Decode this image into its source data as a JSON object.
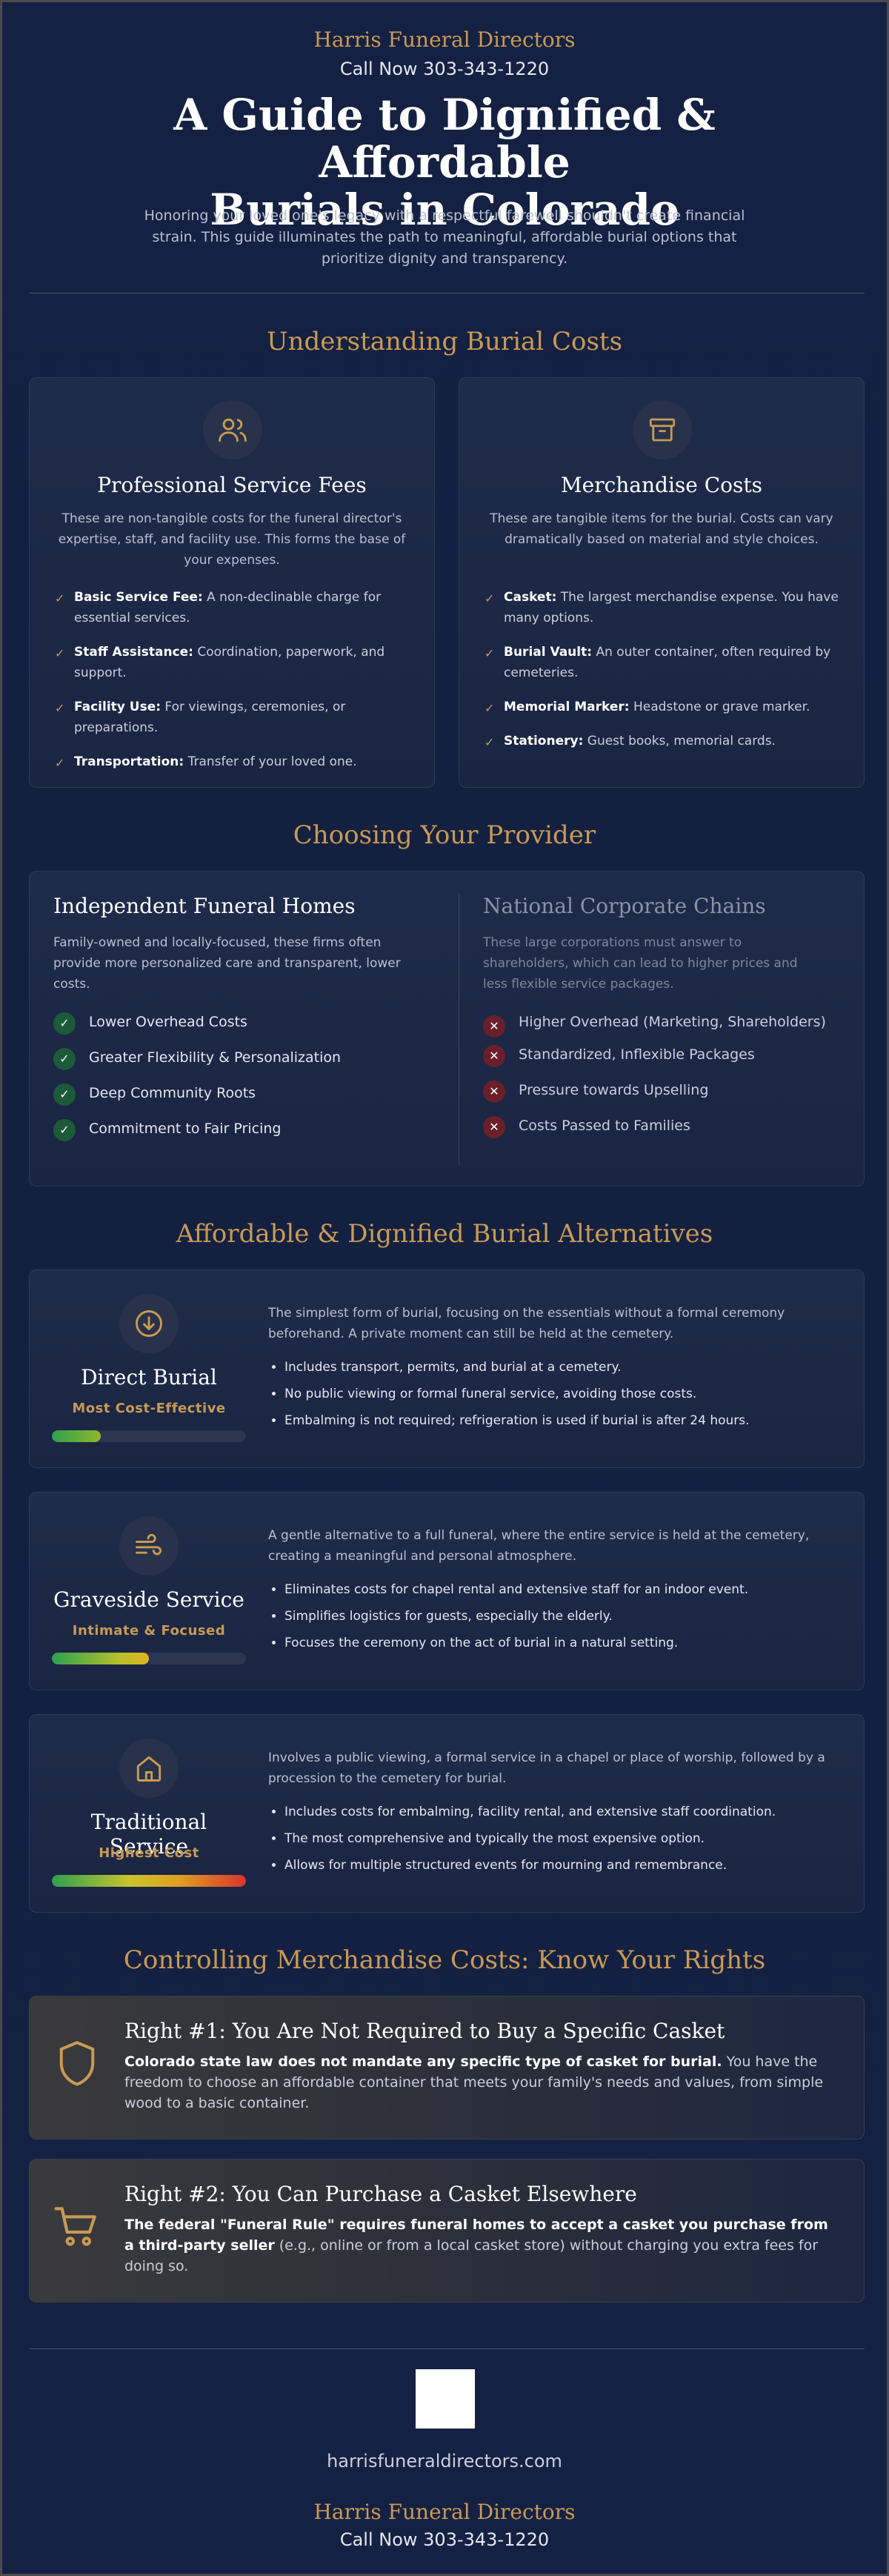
{
  "header": {
    "brand": "Harris Funeral Directors",
    "phone": "Call Now 303-343-1220",
    "title_line1": "A Guide to Dignified & Affordable",
    "title_line2": "Burials in Colorado",
    "intro": "Honoring your loved one's legacy with a respectful farewell shouldn't create financial strain. This guide illuminates the path to meaningful, affordable burial options that prioritize dignity and transparency."
  },
  "costs": {
    "section_title": "Understanding Burial Costs",
    "professional": {
      "icon": "people-icon",
      "title": "Professional Service Fees",
      "desc": "These are non-tangible costs for the funeral director's expertise, staff, and facility use. This forms the base of your expenses.",
      "items": [
        {
          "label": "Basic Service Fee:",
          "text": " A non-declinable charge for essential services."
        },
        {
          "label": "Staff Assistance:",
          "text": " Coordination, paperwork, and support."
        },
        {
          "label": "Facility Use:",
          "text": " For viewings, ceremonies, or preparations."
        },
        {
          "label": "Transportation:",
          "text": " Transfer of your loved one."
        }
      ]
    },
    "merchandise": {
      "icon": "archive-box-icon",
      "title": "Merchandise Costs",
      "desc": "These are tangible items for the burial. Costs can vary dramatically based on material and style choices.",
      "items": [
        {
          "label": "Casket:",
          "text": " The largest merchandise expense. You have many options."
        },
        {
          "label": "Burial Vault:",
          "text": " An outer container, often required by cemeteries."
        },
        {
          "label": "Memorial Marker:",
          "text": " Headstone or grave marker."
        },
        {
          "label": "Stationery:",
          "text": " Guest books, memorial cards."
        }
      ]
    }
  },
  "provider": {
    "section_title": "Choosing Your Provider",
    "independent": {
      "title": "Independent Funeral Homes",
      "desc": "Family-owned and locally-focused, these firms often provide more personalized care and transparent, lower costs.",
      "items": [
        "Lower Overhead Costs",
        "Greater Flexibility & Personalization",
        "Deep Community Roots",
        "Commitment to Fair Pricing"
      ]
    },
    "corporate": {
      "title": "National Corporate Chains",
      "desc": "These large corporations must answer to shareholders, which can lead to higher prices and less flexible service packages.",
      "items": [
        "Higher Overhead (Marketing, Shareholders)",
        "Standardized, Inflexible Packages",
        "Pressure towards Upselling",
        "Costs Passed to Families"
      ]
    }
  },
  "alternatives": {
    "section_title": "Affordable & Dignified Burial Alternatives",
    "items": [
      {
        "icon": "download-circle-icon",
        "title": "Direct Burial",
        "tag": "Most Cost-Effective",
        "cost_level": 0.25,
        "desc": "The simplest form of burial, focusing on the essentials without a formal ceremony beforehand. A private moment can still be held at the cemetery.",
        "bullets": [
          "Includes transport, permits, and burial at a cemetery.",
          "No public viewing or formal funeral service, avoiding those costs.",
          "Embalming is not required; refrigeration is used if burial is after 24 hours."
        ]
      },
      {
        "icon": "wind-icon",
        "title": "Graveside Service",
        "tag": "Intimate & Focused",
        "cost_level": 0.5,
        "desc": "A gentle alternative to a full funeral, where the entire service is held at the cemetery, creating a meaningful and personal atmosphere.",
        "bullets": [
          "Eliminates costs for chapel rental and extensive staff for an indoor event.",
          "Simplifies logistics for guests, especially the elderly.",
          "Focuses the ceremony on the act of burial in a natural setting."
        ]
      },
      {
        "icon": "home-icon",
        "title": "Traditional Service",
        "tag": "Highest Cost",
        "cost_level": 1.0,
        "desc": "Involves a public viewing, a formal service in a chapel or place of worship, followed by a procession to the cemetery for burial.",
        "bullets": [
          "Includes costs for embalming, facility rental, and extensive staff coordination.",
          "The most comprehensive and typically the most expensive option.",
          "Allows for multiple structured events for mourning and remembrance."
        ]
      }
    ]
  },
  "rights": {
    "section_title": "Controlling Merchandise Costs: Know Your Rights",
    "items": [
      {
        "icon": "shield-icon",
        "title": "Right #1: You Are Not Required to Buy a Specific Casket",
        "bold": "Colorado state law does not mandate any specific type of casket for burial.",
        "text": " You have the freedom to choose an affordable container that meets your family's needs and values, from simple wood to a basic container."
      },
      {
        "icon": "shopping-cart-icon",
        "title": "Right #2: You Can Purchase a Casket Elsewhere",
        "bold": "The federal \"Funeral Rule\" requires funeral homes to accept a casket you purchase from a third-party seller",
        "text": " (e.g., online or from a local casket store) without charging you extra fees for doing so."
      }
    ]
  },
  "footer": {
    "website": "harrisfuneraldirectors.com",
    "brand": "Harris Funeral Directors",
    "phone": "Call Now 303-343-1220"
  },
  "colors": {
    "background": "#152142",
    "accent_gold": "#c99a55",
    "check_green": "#1d5a3a",
    "cross_red": "#6a1f29"
  }
}
